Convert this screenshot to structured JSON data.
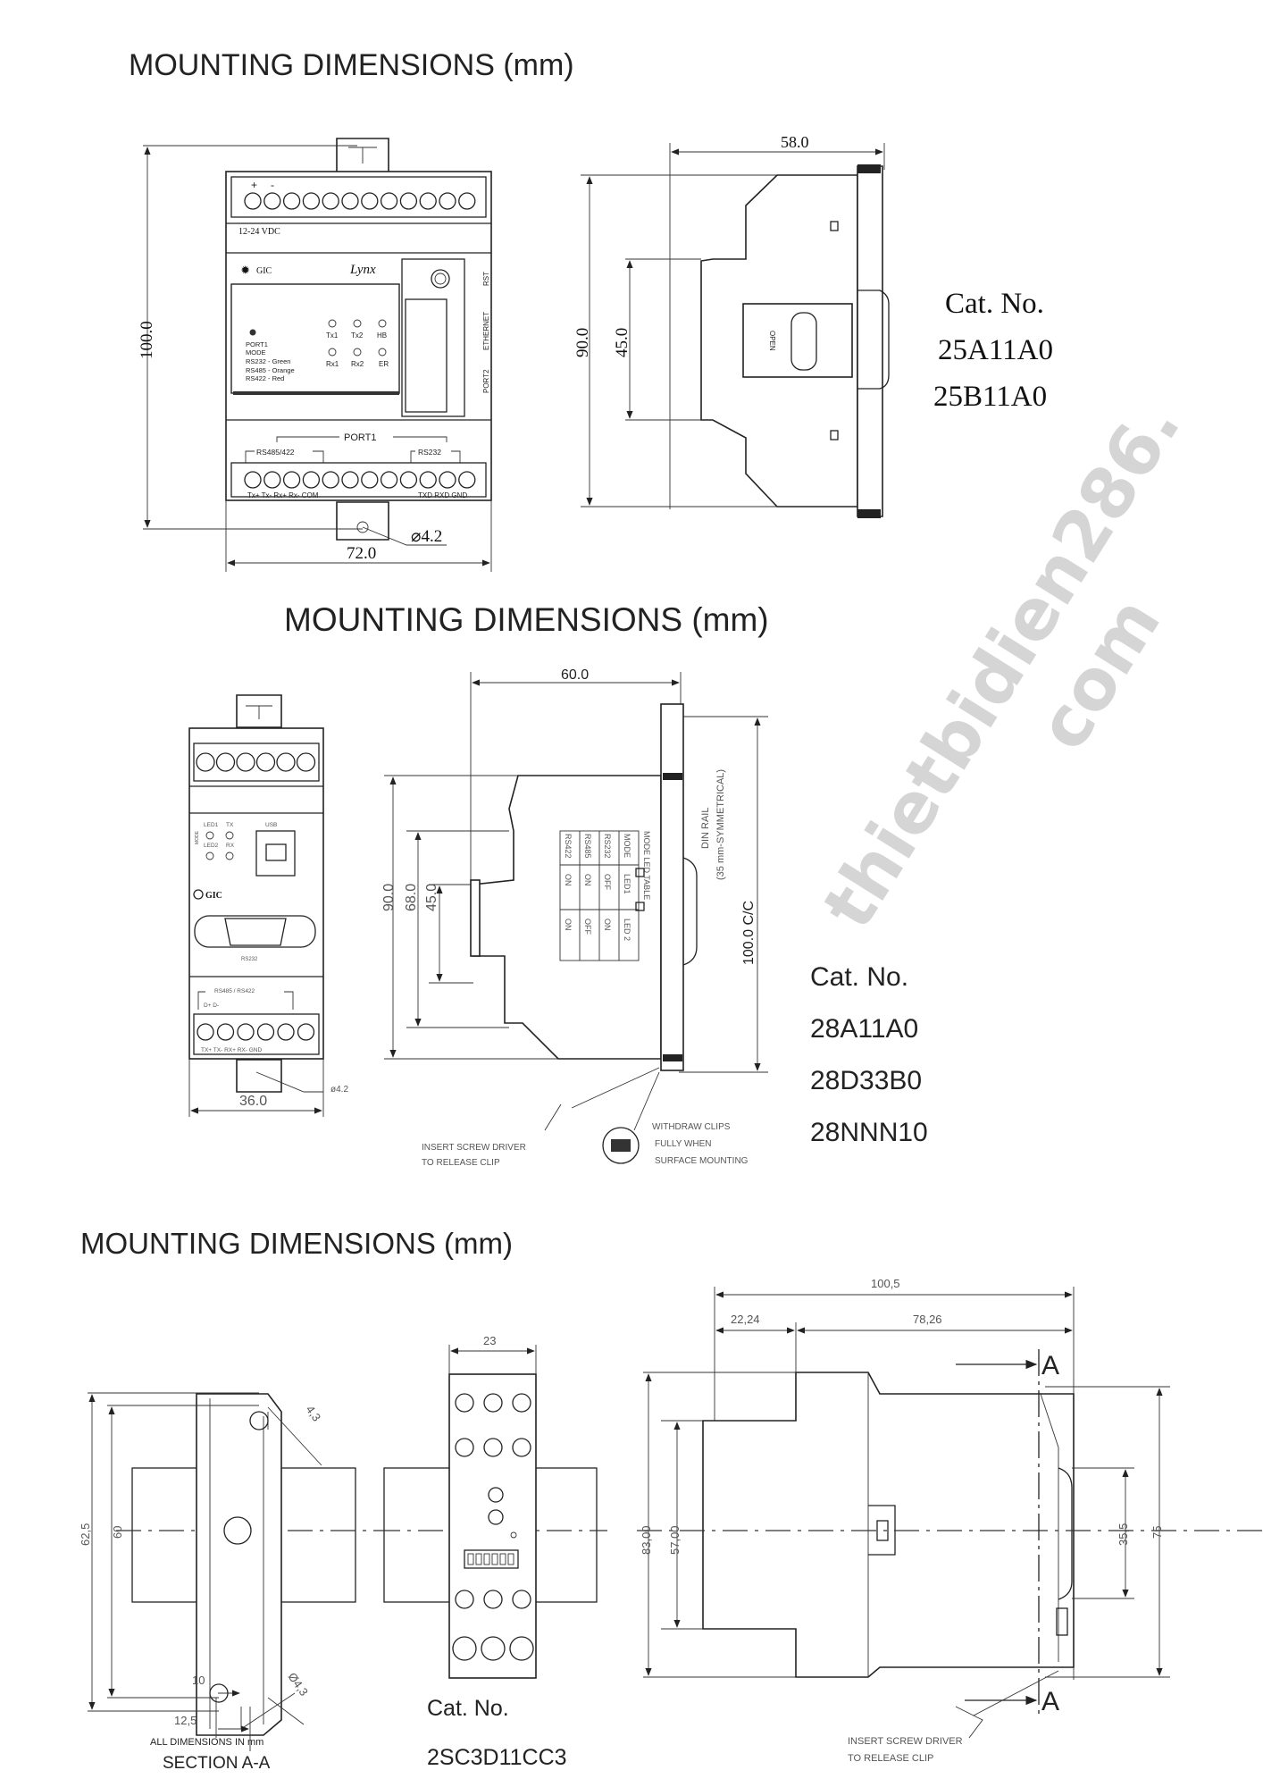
{
  "sections": [
    {
      "title": "MOUNTING DIMENSIONS (mm)",
      "front": {
        "supply_label": "12-24 VDC",
        "plus": "+",
        "minus": "-",
        "brand": "GIC",
        "model": "Lynx",
        "leds_top": [
          "Tx1",
          "Tx2",
          "HB"
        ],
        "leds_bottom": [
          "Rx1",
          "Rx2",
          "ER"
        ],
        "mode_lines": [
          "PORT1",
          "MODE",
          "RS232 - Green",
          "RS485 - Orange",
          "RS422 - Red"
        ],
        "side_labels": [
          "RST",
          "ETHERNET",
          "PORT2"
        ],
        "port_label": "PORT1",
        "rs485_label": "RS485/422",
        "rs232_label": "RS232",
        "terminal_labels_left": "Tx+  Tx-  Rx+  Rx-  COM",
        "terminal_labels_right": "TXD RXD GND",
        "dim_height": "100.0",
        "dim_width": "72.0",
        "dim_hole": "⌀4.2"
      },
      "side": {
        "dim_depth": "58.0",
        "dim_height": "90.0",
        "dim_inner": "45.0",
        "latch_label": "OPEN"
      },
      "cat_label": "Cat. No.",
      "cat_numbers": [
        "25A11A0",
        "25B11A0"
      ]
    },
    {
      "title": "MOUNTING DIMENSIONS (mm)",
      "front": {
        "led_labels": [
          "LED1",
          "TX",
          "LED2",
          "RX"
        ],
        "mode_label": "MODE",
        "usb_label": "USB",
        "brand": "GIC",
        "db9_label": "RS232",
        "bus_label": "RS485 / RS422",
        "d_labels": "D+  D-",
        "terminal_labels": "TX+ TX- RX+ RX- GND",
        "dim_width": "36.0",
        "dim_hole": "ø4.2"
      },
      "side": {
        "dim_depth": "60.0",
        "dim_height": "90.0",
        "dim_mid": "68.0",
        "dim_inner": "45.0",
        "dim_cc": "100.0  C/C",
        "din_rail": "DIN  RAIL",
        "din_rail_sub": "(35 mm-SYMMETRICAL)",
        "table_title": "MODE LED TABLE",
        "table_header": [
          "MODE",
          "LED1",
          "LED 2"
        ],
        "table_rows": [
          [
            "RS232",
            "OFF",
            "ON"
          ],
          [
            "RS485",
            "ON",
            "OFF"
          ],
          [
            "RS422",
            "ON",
            "ON"
          ]
        ],
        "screw_note": [
          "INSERT SCREW DRIVER",
          "TO RELEASE CLIP"
        ],
        "clip_note": [
          "WITHDRAW CLIPS",
          "FULLY WHEN",
          "SURFACE MOUNTING"
        ]
      },
      "cat_label": "Cat. No.",
      "cat_numbers": [
        "28A11A0",
        "28D33B0",
        "28NNN10"
      ],
      "watermark": [
        "thietbidien286.",
        "com"
      ]
    },
    {
      "title": "MOUNTING DIMENSIONS (mm)",
      "section_aa": {
        "dim_outer": "62,5",
        "dim_inner": "60",
        "dim_top_hole": "4,3",
        "dim_bottom_hole": "Ø4,3",
        "dim_10": "10",
        "dim_12_5": "12,5",
        "note": "ALL  DIMENSIONS  IN  mm",
        "caption": "SECTION A-A"
      },
      "front": {
        "dim_width": "23",
        "cat_label": "Cat. No.",
        "cat_number": "2SC3D11CC3"
      },
      "side": {
        "dim_total": "100,5",
        "dim_left": "22,24",
        "dim_right": "78,26",
        "dim_83": "83,00",
        "dim_57": "57,00",
        "dim_35_5": "35,5",
        "dim_75": "75",
        "section_mark": "A",
        "screw_note": [
          "INSERT SCREW DRIVER",
          "TO RELEASE CLIP"
        ]
      }
    }
  ]
}
